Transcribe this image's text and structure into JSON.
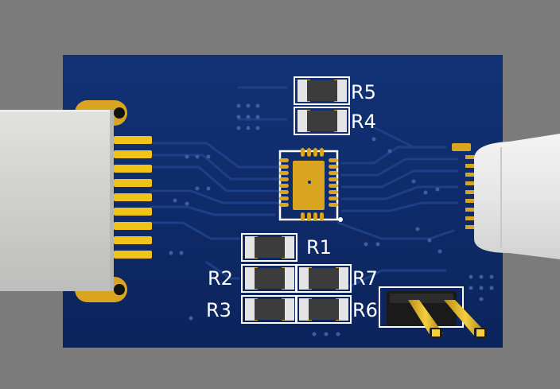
{
  "colors": {
    "background": "#7b7b7b",
    "board": "#0e2a66",
    "trace": "#1c3f86",
    "copper": "#d9a520",
    "silkscreen": "#ffffff",
    "resistor_body": "#3c3c3c",
    "connector_shell": "#d3d3d3",
    "header_plastic": "#1a1a1a"
  },
  "labels": {
    "r1": "R1",
    "r2": "R2",
    "r3": "R3",
    "r4": "R4",
    "r5": "R5",
    "r6": "R6",
    "r7": "R7"
  }
}
